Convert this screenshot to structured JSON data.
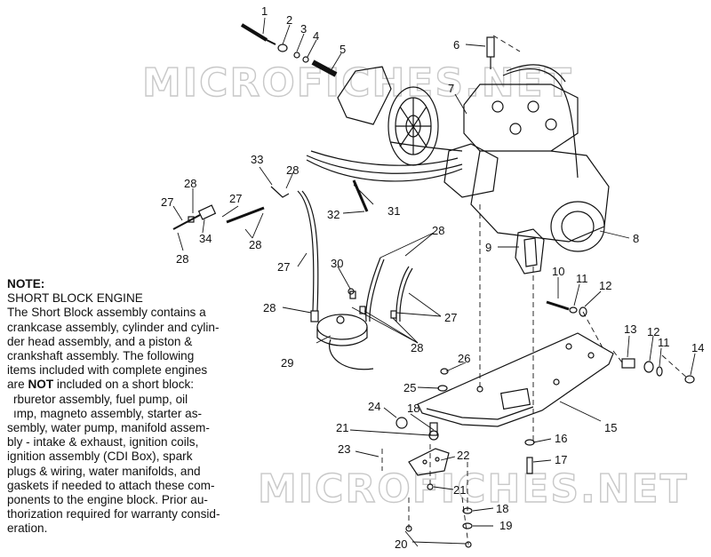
{
  "watermark": "MICROFICHES.NET",
  "note": {
    "title": "NOTE:",
    "lines": [
      "SHORT BLOCK ENGINE",
      "The Short Block assembly contains a",
      "crankcase assembly, cylinder and cylin-",
      "der head assembly, and a piston &",
      "crankshaft assembly.  The following",
      "items included with complete engines"
    ],
    "not_pre": "are ",
    "not_word": "NOT",
    "not_post": " included on a short block:",
    "lines2": [
      "rburetor assembly, fuel pump, oil",
      "ımp, magneto assembly, starter as-",
      "sembly, water pump, manifold assem-",
      "bly - intake & exhaust, ignition coils,",
      "ignition assembly (CDI Box), spark",
      "plugs & wiring, water manifolds, and",
      "gaskets if needed to attach these com-",
      "ponents to the engine block.  Prior au-",
      "thorization required for warranty consid-",
      "eration."
    ]
  },
  "callouts": [
    "1",
    "2",
    "3",
    "4",
    "5",
    "6",
    "7",
    "8",
    "9",
    "10",
    "11",
    "12",
    "13",
    "12",
    "11",
    "14",
    "15",
    "16",
    "17",
    "18",
    "19",
    "20",
    "21",
    "22",
    "23",
    "24",
    "18",
    "21",
    "25",
    "26",
    "27",
    "28",
    "29",
    "30",
    "31",
    "32",
    "33",
    "28",
    "27",
    "28",
    "34",
    "27",
    "28",
    "28",
    "28",
    "27",
    "28"
  ]
}
